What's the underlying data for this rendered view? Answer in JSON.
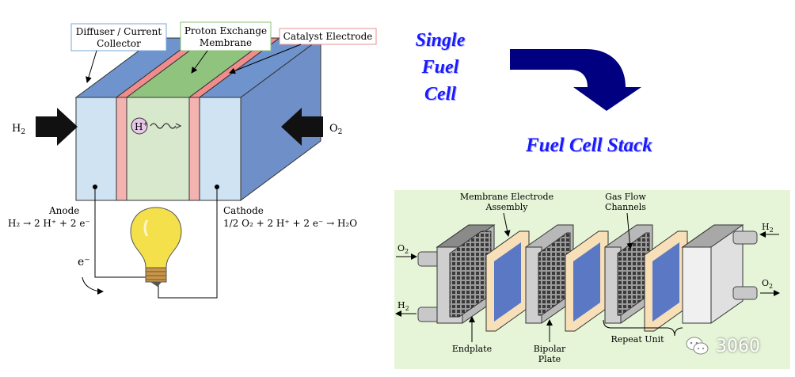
{
  "single_cell": {
    "labels": {
      "diffuser": [
        "Diffuser / Current",
        "Collector"
      ],
      "membrane": [
        "Proton Exchange",
        "Membrane"
      ],
      "catalyst": "Catalyst Electrode",
      "h2": "H",
      "h2_sub": "2",
      "o2": "O",
      "o2_sub": "2",
      "proton": "H",
      "proton_sup": "+",
      "anode_title": "Anode",
      "anode_eq": "H₂ → 2 H⁺ + 2 e⁻",
      "cathode_title": "Cathode",
      "cathode_eq": "1/2 O₂ + 2 H⁺ + 2 e⁻ → H₂O",
      "electron": "e⁻"
    },
    "colors": {
      "diffuser_front": "#cfe3f2",
      "diffuser_top": "#6f93cc",
      "diffuser_side": "#6f8fc8",
      "catalyst": "#f4b3b1",
      "catalyst_top": "#f08c8c",
      "membrane_front": "#d8e8cc",
      "membrane_top": "#90c47e",
      "bulb": "#f3e04a"
    }
  },
  "titles": {
    "single": [
      "Single",
      "Fuel",
      "Cell"
    ],
    "stack": "Fuel Cell Stack"
  },
  "stack": {
    "labels": {
      "mea": [
        "Membrane Electrode",
        "Assembly"
      ],
      "gas_flow": [
        "Gas Flow",
        "Channels"
      ],
      "h2_top": "H",
      "h2_top_sub": "2",
      "o2_left": "O",
      "o2_left_sub": "2",
      "h2_left": "H",
      "h2_left_sub": "2",
      "o2_right": "O",
      "o2_right_sub": "2",
      "endplate": "Endplate",
      "bipolar": [
        "Bipolar",
        "Plate"
      ],
      "repeat": "Repeat Unit"
    },
    "colors": {
      "background": "#e6f5d7",
      "plate": "#c8c8c8",
      "plate_dark": "#8a8a8a",
      "mea_frame": "#f7dfb8",
      "mea_center": "#5a78c4"
    }
  },
  "watermark": {
    "text": "3060",
    "icon": "wechat-icon"
  }
}
